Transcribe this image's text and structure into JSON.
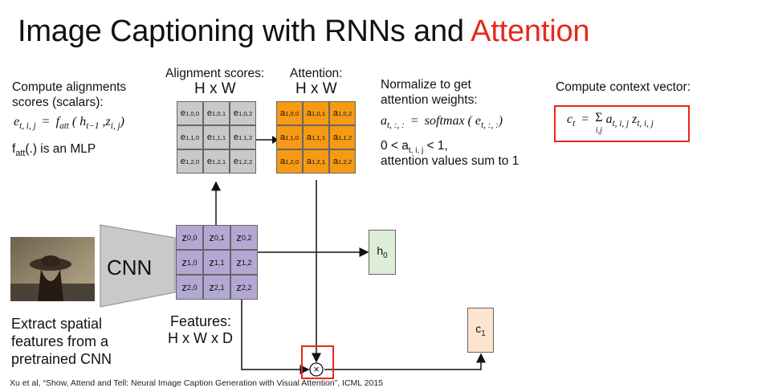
{
  "title": {
    "main": "Image Captioning with RNNs and ",
    "accent": "Attention"
  },
  "left_text": {
    "line1": "Compute alignments",
    "line2": "scores (scalars):",
    "equation": "e_{t,i,j} = f_att(h_{t-1}, z_{i,j})",
    "mlp_note": "f_att(.) is an MLP"
  },
  "alignment": {
    "label": "Alignment scores:",
    "dims": "H x W",
    "cells": [
      "e1,0,0",
      "e1,0,1",
      "e1,0,2",
      "e1,1,0",
      "e1,1,1",
      "e1,1,2",
      "e1,2,0",
      "e1,2,1",
      "e1,2,2"
    ]
  },
  "attention": {
    "label": "Attention:",
    "dims": "H x W",
    "cells": [
      "a1,0,0",
      "a1,0,1",
      "a1,0,2",
      "a1,1,0",
      "a1,1,1",
      "a1,1,2",
      "a1,2,0",
      "a1,2,1",
      "a1,2,2"
    ]
  },
  "normalize": {
    "line1": "Normalize to get",
    "line2": "attention weights:",
    "equation": "a_{t,:,:} = softmax(e_{t,:,:})",
    "bound1": "0 < a_{t,i,j} < 1,",
    "bound2": "attention values sum to 1"
  },
  "context": {
    "label": "Compute context vector:",
    "equation": "c_t = Σ_{i,j} a_{t,i,j} z_{t,i,j}"
  },
  "cnn_label": "CNN",
  "features": {
    "label": "Features:",
    "dims": "H x W x D",
    "cells": [
      "z0,0",
      "z0,1",
      "z0,2",
      "z1,0",
      "z1,1",
      "z1,2",
      "z2,0",
      "z2,1",
      "z2,2"
    ]
  },
  "extract": {
    "line1": "Extract spatial",
    "line2": "features from a",
    "line3": "pretrained CNN"
  },
  "h0_label": "h0",
  "c1_label": "c1",
  "multiply_symbol": "×",
  "citation": "Xu et al, “Show, Attend and Tell: Neural Image Caption Generation with Visual Attention”, ICML 2015",
  "colors": {
    "accent": "#e8281d",
    "grid_gray": "#c9c9c9",
    "grid_orange": "#f79a13",
    "grid_purple": "#b3a8d3",
    "h_green": "#ddeed7",
    "c_peach": "#fde4cf"
  }
}
